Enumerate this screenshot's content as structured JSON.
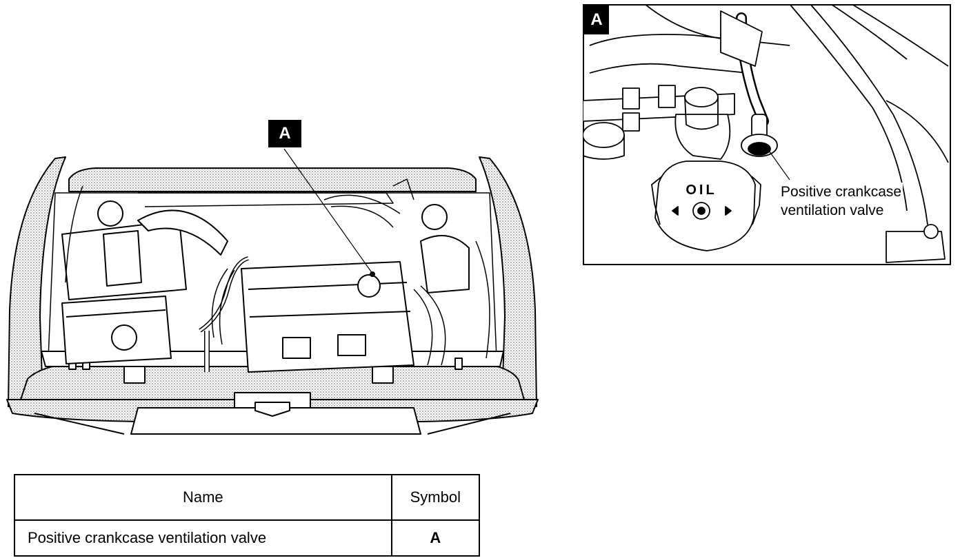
{
  "diagram": {
    "marker": "A",
    "inset": {
      "marker": "A",
      "cap_text": "OIL",
      "callout_lines": [
        "Positive crankcase",
        "ventilation valve"
      ]
    }
  },
  "table": {
    "headers": {
      "name": "Name",
      "symbol": "Symbol"
    },
    "rows": [
      {
        "name": "Positive crankcase ventilation valve",
        "symbol": "A"
      }
    ]
  }
}
